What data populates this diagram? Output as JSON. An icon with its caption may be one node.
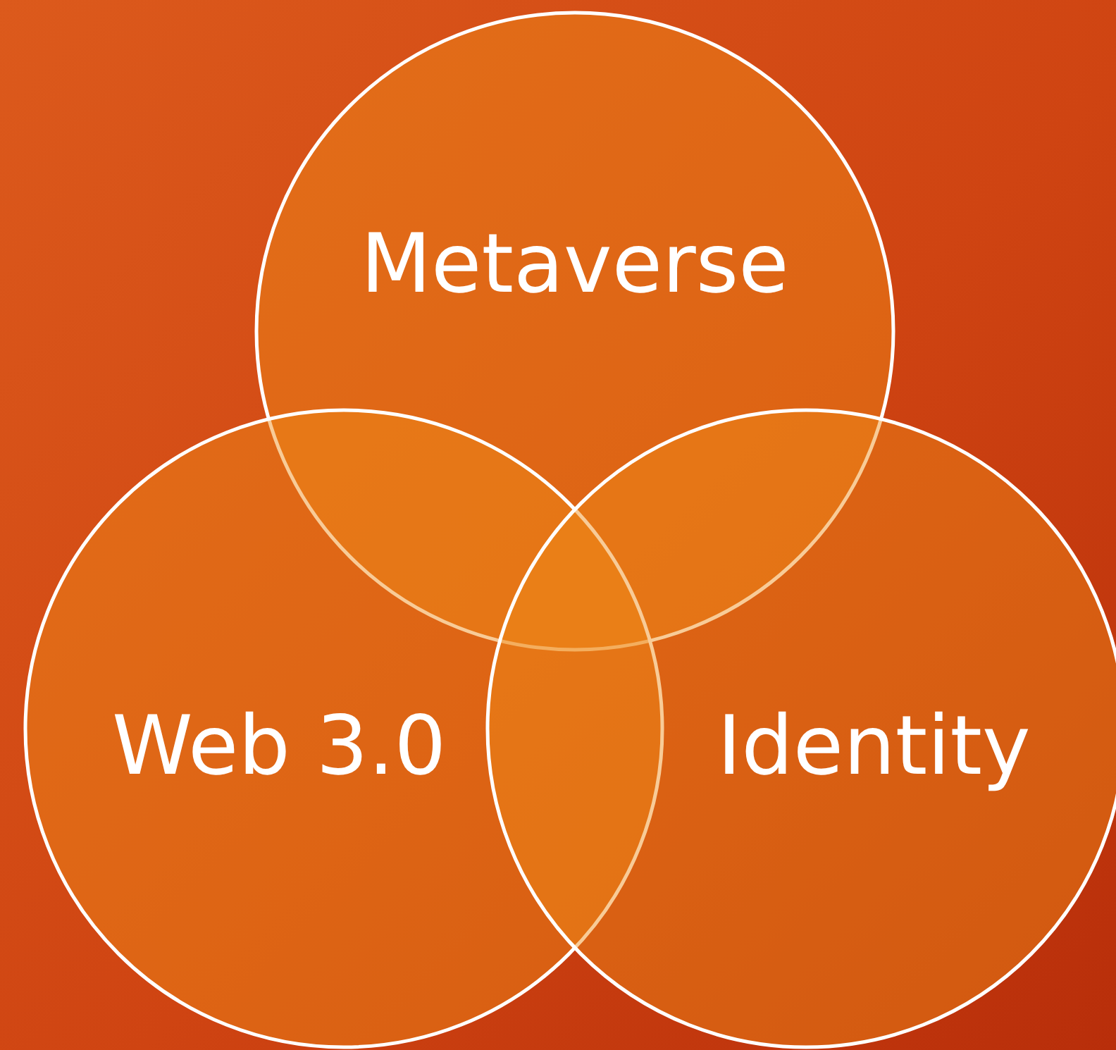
{
  "diagram": {
    "nodes": [
      {
        "text": [
          "Metaverse"
        ]
      },
      {
        "text": [
          "Web 3.0"
        ]
      },
      {
        "text": [
          "Identity"
        ]
      }
    ]
  }
}
